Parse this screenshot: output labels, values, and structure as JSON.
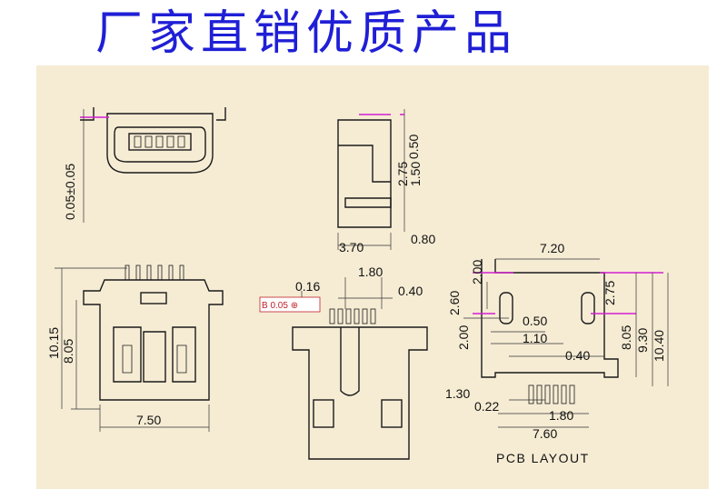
{
  "banner": {
    "title": "厂家直销优质产品",
    "color": "#1f1fd6"
  },
  "views": {
    "front": {
      "dim_tolerance": "0.05±0.05"
    },
    "side": {
      "d_050": "0.50",
      "d_275": "2.75",
      "d_150": "1.50",
      "d_370": "3.70",
      "d_080": "0.80"
    },
    "top": {
      "d_1015": "10.15",
      "d_805": "8.05",
      "d_750": "7.50"
    },
    "bottom": {
      "d_016": "0.16",
      "d_180": "1.80",
      "d_040": "0.40",
      "tolerance_box": "B 0.05 ⊕"
    },
    "pcb": {
      "d_720": "7.20",
      "d_200a": "2.00",
      "d_275": "2.75",
      "d_260": "2.60",
      "d_050": "0.50",
      "d_110": "1.10",
      "d_200b": "2.00",
      "d_040": "0.40",
      "d_805": "8.05",
      "d_930": "9.30",
      "d_1040": "10.40",
      "d_130": "1.30",
      "d_022": "0.22",
      "d_180": "1.80",
      "d_760": "7.60",
      "caption": "PCB LAYOUT"
    }
  }
}
